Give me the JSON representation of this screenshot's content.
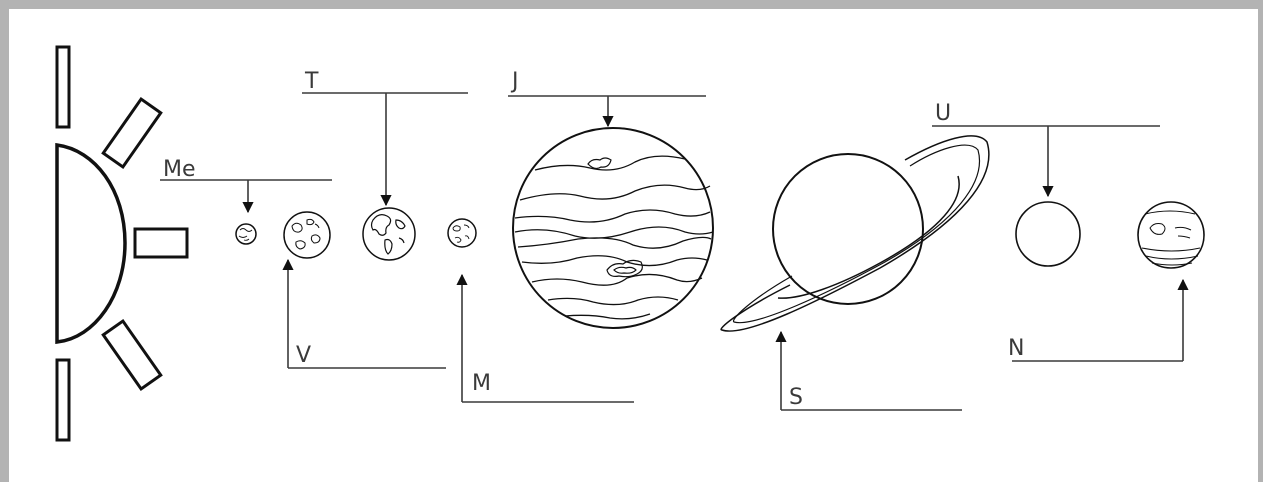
{
  "labels": {
    "mercury": "Me",
    "venus": "V",
    "earth": "T",
    "mars": "M",
    "jupiter": "J",
    "saturn": "S",
    "uranus": "U",
    "neptune": "N"
  },
  "colors": {
    "frame": "#b3b3b3",
    "ink": "#111111",
    "label": "#3a3a3a"
  }
}
